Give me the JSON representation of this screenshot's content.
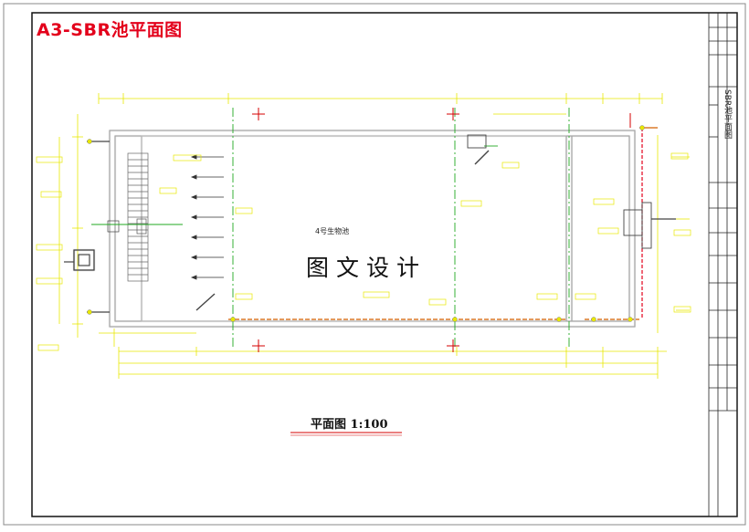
{
  "header": {
    "title": "A3-SBR池平面图"
  },
  "watermark": {
    "text": "图文设计"
  },
  "plan": {
    "caption": "平面图  1:100",
    "tank_label": "4号生物池"
  },
  "title_block": {
    "drawing_title": "SBR池平面图"
  },
  "colors": {
    "header_red": "#e3001b",
    "wall_white": "#ffffff",
    "dim_yellow": "#e8e800",
    "axis_green": "#22aa22",
    "mark_red": "#d40000"
  }
}
